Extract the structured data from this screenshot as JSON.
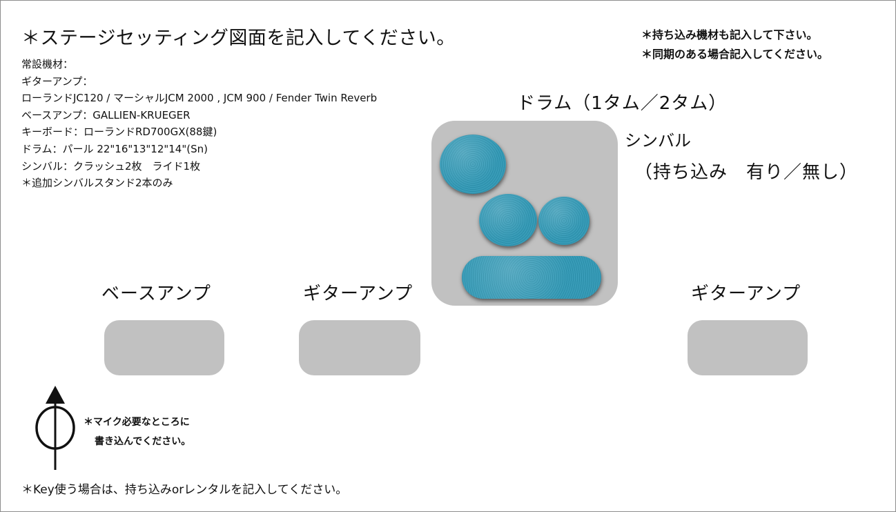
{
  "title": "＊ステージセッティング図面を記入してください。",
  "notes": {
    "bring_in": "＊持ち込み機材も記入して下さい。",
    "sync": "＊同期のある場合記入してください。"
  },
  "equipment": {
    "header": "常設機材：",
    "guitar_amp_header": "ギターアンプ：",
    "guitar_amps": "ローランドJC120 / マーシャルJCM 2000 , JCM 900 / Fender Twin Reverb",
    "bass_amp": "ベースアンプ：GALLIEN-KRUEGER",
    "keyboard": "キーボード：ローランドRD700GX(88鍵)",
    "drums": "ドラム：パール 22\"16\"13\"12\"14\"(Sn)",
    "cymbals": "シンバル：クラッシュ2枚　ライド1枚",
    "extra": "＊追加シンバルスタンド2本のみ"
  },
  "stage": {
    "drum_label": "ドラム（1タム／2タム）",
    "cymbal_label": "シンバル",
    "cymbal_bring": "（持ち込み　有り／無し）",
    "bass_amp_label": "ベースアンプ",
    "guitar_amp_label_1": "ギターアンプ",
    "guitar_amp_label_2": "ギターアンプ",
    "drum_color": "#2e97b4",
    "box_color": "#c1c1c1"
  },
  "mic": {
    "icon": "mic-direction-symbol",
    "note_line1": "＊マイク必要なところに",
    "note_line2": "書き込んでください。"
  },
  "footer": {
    "key_note": "＊Key使う場合は、持ち込みorレンタルを記入してください。"
  }
}
